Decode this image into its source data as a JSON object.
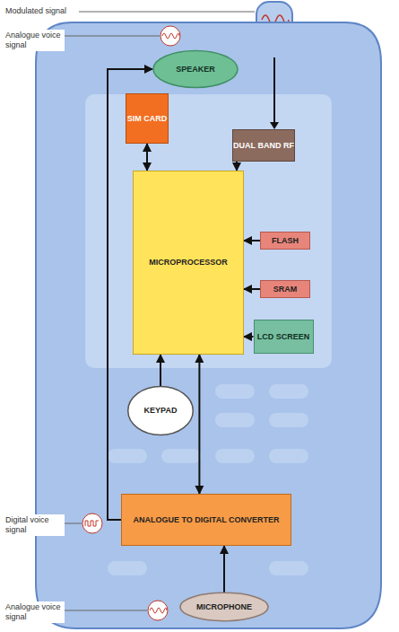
{
  "diagram": {
    "nodes": [
      {
        "text": [
          "SPEAKER"
        ]
      },
      {
        "text": [
          "SIM CARD"
        ]
      },
      {
        "text": [
          "DUAL BAND RF"
        ]
      },
      {
        "text": [
          "MICROPROCESSOR"
        ]
      },
      {
        "text": [
          "FLASH"
        ]
      },
      {
        "text": [
          "SRAM"
        ]
      },
      {
        "text": [
          "LCD SCREEN"
        ]
      },
      {
        "text": [
          "KEYPAD"
        ]
      },
      {
        "text": [
          "ANALOGUE TO DIGITAL CONVERTER"
        ]
      },
      {
        "text": [
          "MICROPHONE"
        ]
      }
    ],
    "edges": [
      {
        "from": 1,
        "to": 3,
        "arrow": "both"
      },
      {
        "from": 2,
        "to": 3,
        "arrow": "to"
      },
      {
        "from": 4,
        "to": 3,
        "arrow": "to"
      },
      {
        "from": 5,
        "to": 3,
        "arrow": "to"
      },
      {
        "from": 6,
        "to": 3,
        "arrow": "to"
      },
      {
        "from": 7,
        "to": 3,
        "arrow": "to"
      },
      {
        "from": 8,
        "to": 3,
        "arrow": "both"
      },
      {
        "from": 9,
        "to": 8,
        "arrow": "to"
      },
      {
        "from": 8,
        "to": 0,
        "arrow": "to"
      }
    ],
    "labels": [
      "Modulated signal",
      "Analogue voice signal",
      "Digital voice signal",
      "Analogue voice signal"
    ]
  }
}
